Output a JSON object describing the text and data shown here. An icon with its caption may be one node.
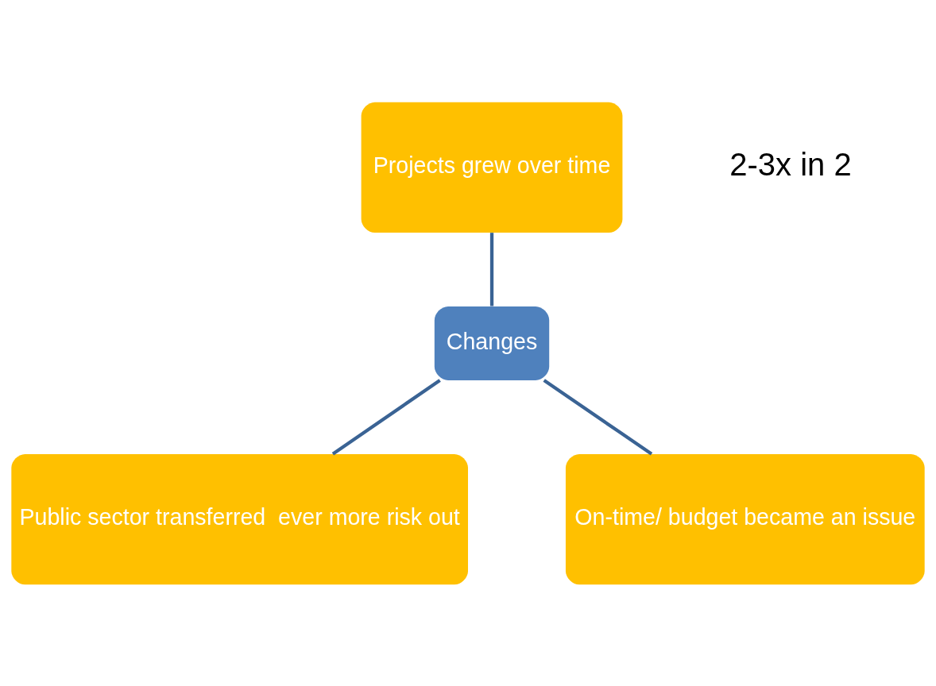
{
  "diagram": {
    "nodes": [
      {
        "text": [
          "Projects grew over time"
        ]
      },
      {
        "text": [
          "Changes"
        ]
      },
      {
        "text": [
          "Public sector transferred  ever more risk out"
        ]
      },
      {
        "text": [
          "On-time/ budget became an issue"
        ]
      }
    ],
    "edges": [
      {
        "from": 0,
        "to": 1,
        "arrow": "none"
      },
      {
        "from": 1,
        "to": 2,
        "arrow": "none"
      },
      {
        "from": 1,
        "to": 3,
        "arrow": "none"
      }
    ],
    "labels": [
      "2-3x in 2"
    ]
  }
}
